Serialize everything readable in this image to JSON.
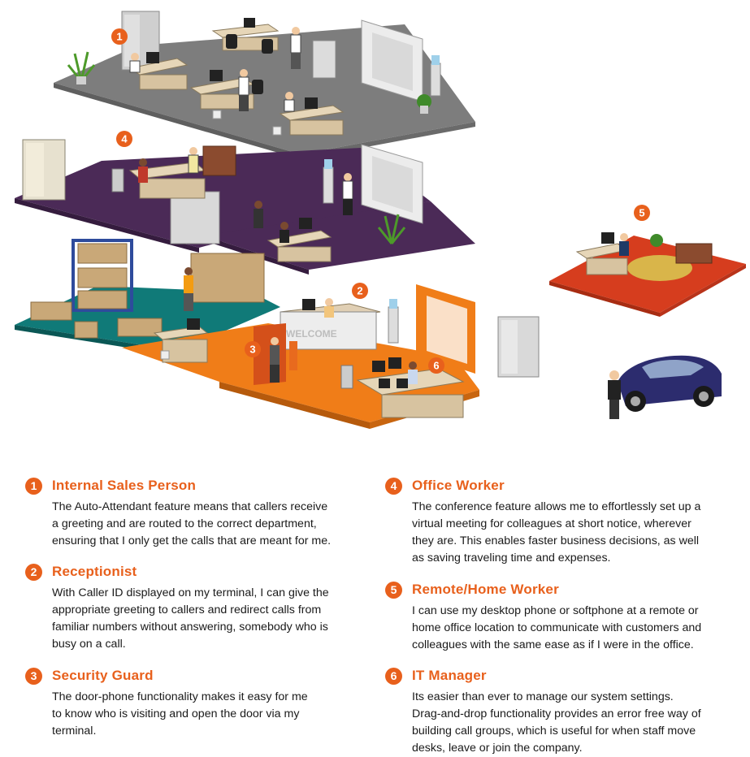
{
  "accent_color": "#e8601c",
  "illustration": {
    "welcome_sign": "WELCOME",
    "badges": [
      "1",
      "2",
      "3",
      "4",
      "5",
      "6"
    ]
  },
  "roles": [
    {
      "number": "1",
      "title": "Internal Sales Person",
      "body": "The Auto-Attendant feature means that callers receive\na greeting and are routed to the correct department,\nensuring that I only get the calls that are meant for me."
    },
    {
      "number": "2",
      "title": "Receptionist",
      "body": "With Caller ID displayed on my terminal, I can give the\nappropriate greeting to callers and redirect calls from\nfamiliar numbers without answering, somebody who is\nbusy on a call."
    },
    {
      "number": "3",
      "title": "Security Guard",
      "body": "The door-phone functionality makes it easy for me\nto know who is visiting and open the door via my\nterminal."
    },
    {
      "number": "4",
      "title": "Office Worker",
      "body": "The conference feature allows me to effortlessly set up a\nvirtual meeting for colleagues at short notice, wherever\nthey are. This enables faster business decisions, as well\nas saving traveling time and expenses."
    },
    {
      "number": "5",
      "title": "Remote/Home Worker",
      "body": "I can use my desktop phone or softphone at a remote or\nhome office location to communicate with customers and\ncolleagues with the same ease as if I were in the office."
    },
    {
      "number": "6",
      "title": "IT Manager",
      "body": "Its easier than ever to manage our system settings.\nDrag-and-drop functionality provides an error free way of\nbuilding call groups, which is useful for when staff move\ndesks, leave or join the company."
    }
  ]
}
